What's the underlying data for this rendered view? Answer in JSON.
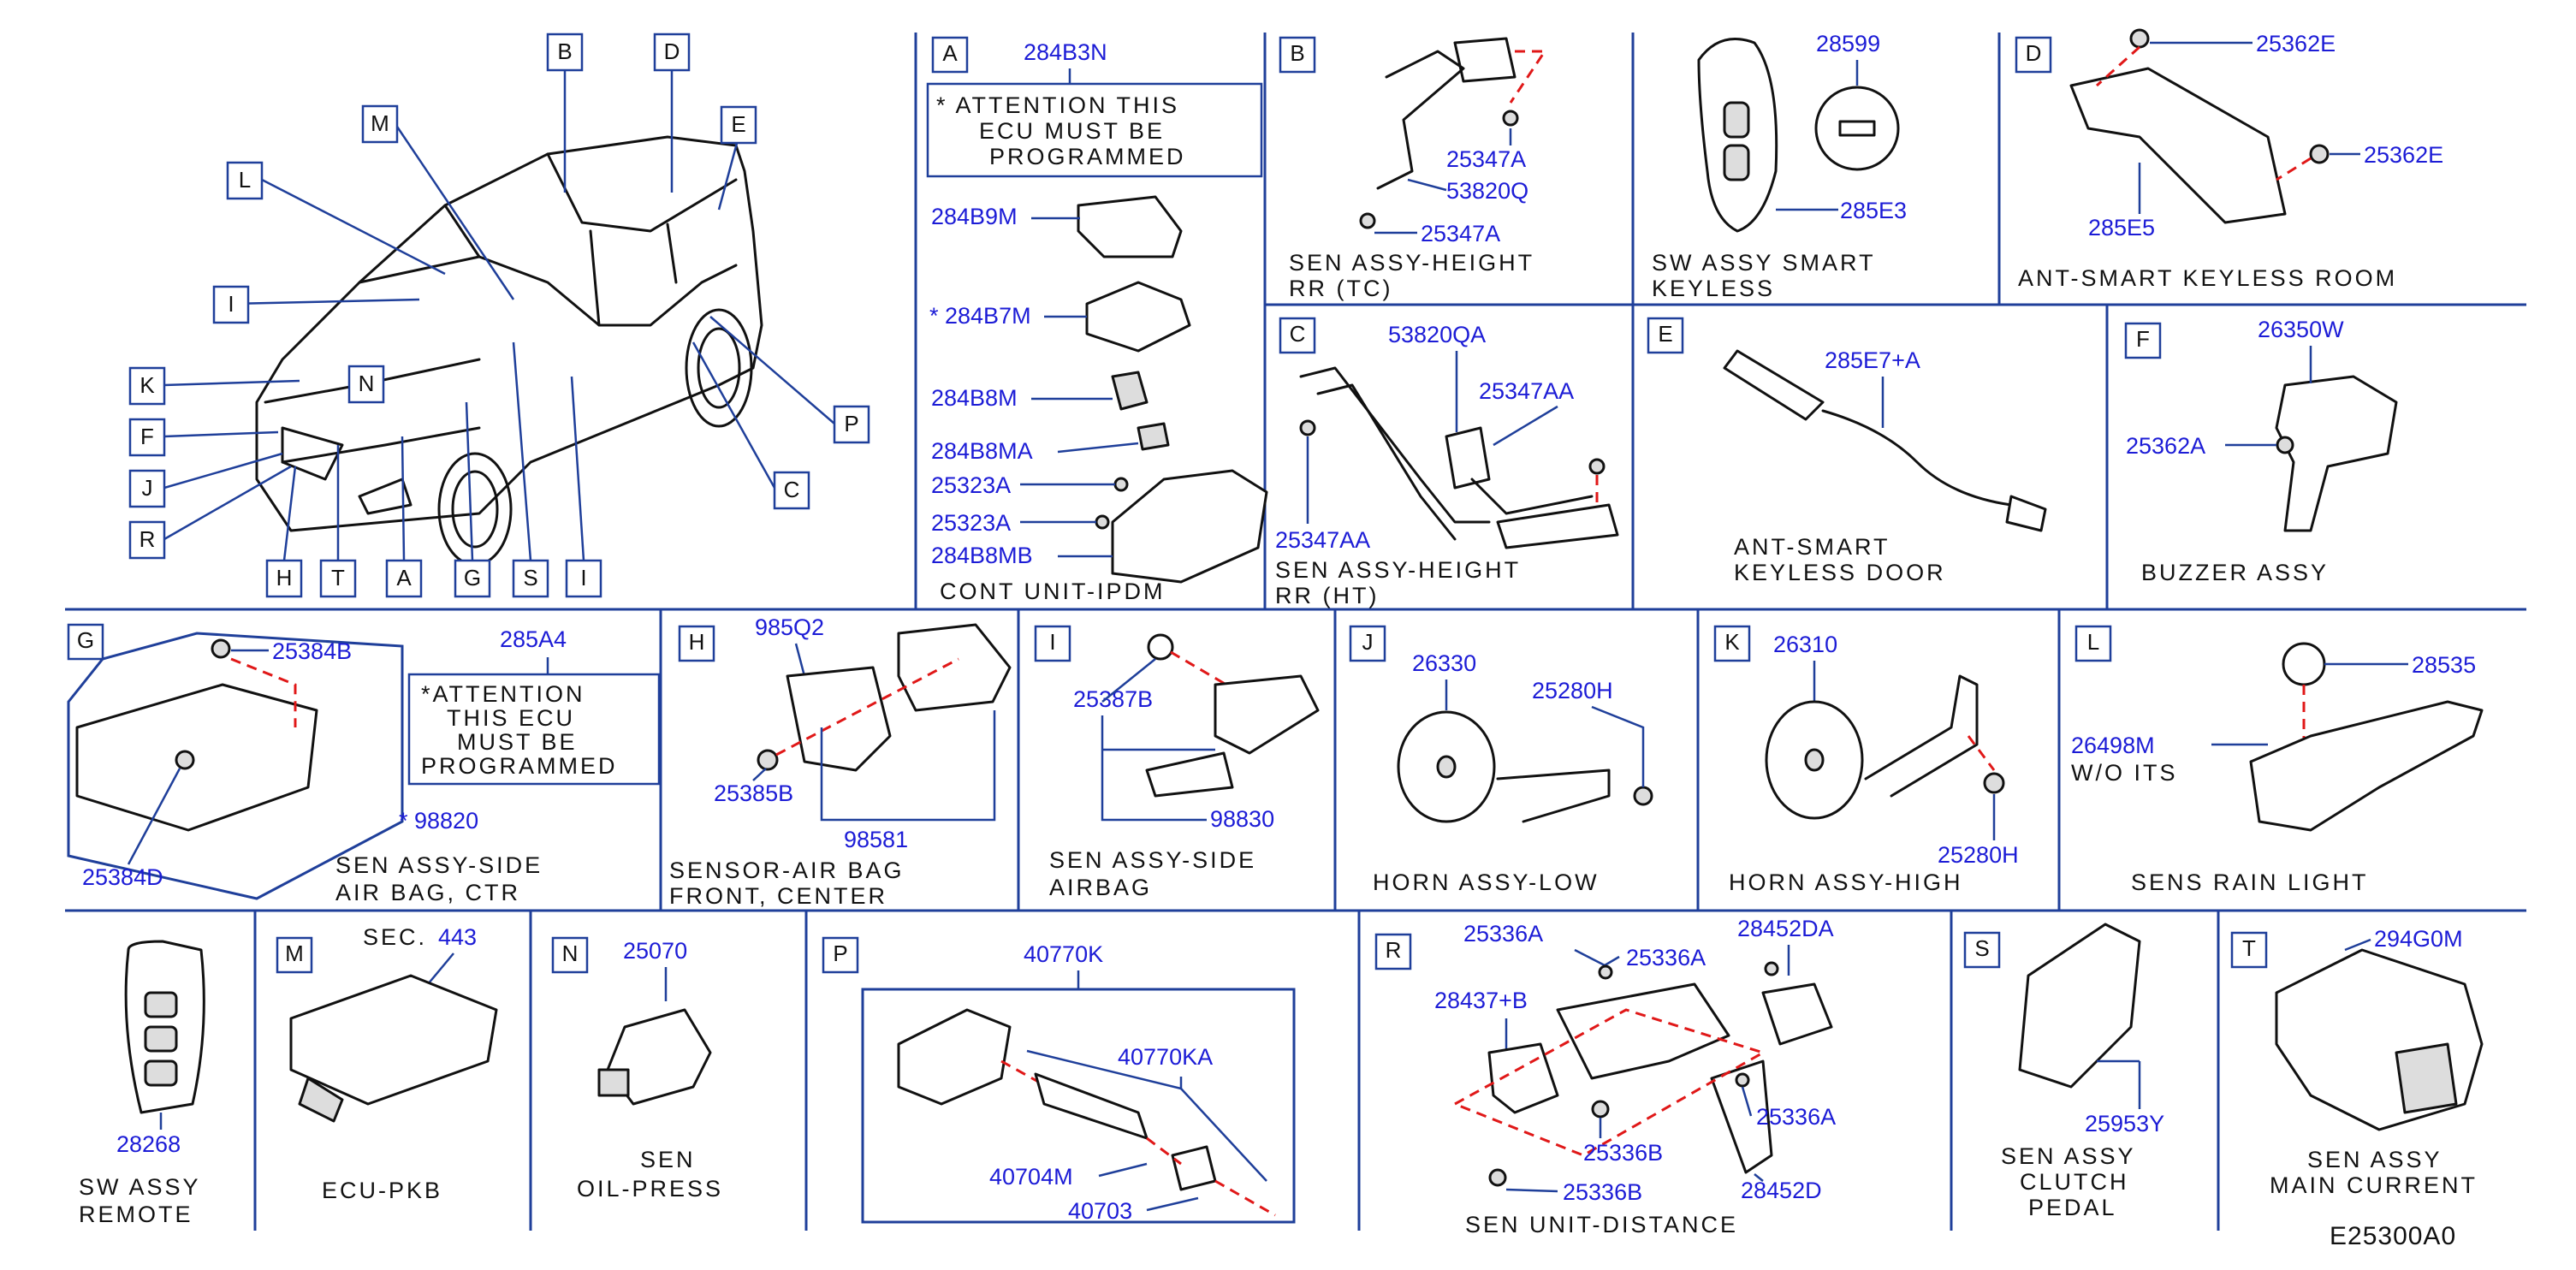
{
  "title_code": "E25300A0",
  "overview": {
    "letters": [
      "B",
      "D",
      "E",
      "M",
      "L",
      "I",
      "K",
      "N",
      "F",
      "J",
      "R",
      "H",
      "T",
      "A",
      "G",
      "S",
      "I",
      "P",
      "C"
    ]
  },
  "sections": {
    "A": {
      "letter": "A",
      "attention": [
        "* ATTENTION  THIS",
        "ECU  MUST  BE",
        "PROGRAMMED"
      ],
      "parts": [
        "284B3N",
        "284B9M",
        "* 284B7M",
        "284B8M",
        "284B8MA",
        "25323A",
        "25323A",
        "284B8MB"
      ],
      "caption": [
        "CONT  UNIT-IPDM"
      ]
    },
    "B": {
      "letter": "B",
      "parts": [
        "25347A",
        "53820Q",
        "25347A"
      ],
      "caption": [
        "SEN  ASSY-HEIGHT",
        "RR  (TC)"
      ]
    },
    "key": {
      "parts": [
        "28599",
        "285E3"
      ],
      "caption": [
        "SW  ASSY  SMART",
        "KEYLESS"
      ]
    },
    "D": {
      "letter": "D",
      "parts": [
        "25362E",
        "25362E",
        "285E5"
      ],
      "caption": [
        "ANT-SMART  KEYLESS  ROOM"
      ]
    },
    "C": {
      "letter": "C",
      "parts": [
        "53820QA",
        "25347AA",
        "25347AA"
      ],
      "caption": [
        "SEN  ASSY-HEIGHT",
        "RR  (HT)"
      ]
    },
    "E": {
      "letter": "E",
      "parts": [
        "285E7+A"
      ],
      "caption": [
        "ANT-SMART",
        "KEYLESS  DOOR"
      ]
    },
    "F": {
      "letter": "F",
      "parts": [
        "26350W",
        "25362A"
      ],
      "caption": [
        "BUZZER  ASSY"
      ]
    },
    "G": {
      "letter": "G",
      "parts": [
        "25384B",
        "285A4",
        "* 98820",
        "25384D"
      ],
      "attention": [
        "*ATTENTION",
        "THIS  ECU",
        "MUST  BE",
        "PROGRAMMED"
      ],
      "caption": [
        "SEN  ASSY-SIDE",
        "AIR  BAG,  CTR"
      ]
    },
    "H": {
      "letter": "H",
      "parts": [
        "985Q2",
        "25385B",
        "98581"
      ],
      "caption": [
        "SENSOR-AIR  BAG",
        "FRONT,  CENTER"
      ]
    },
    "I": {
      "letter": "I",
      "parts": [
        "25387B",
        "98830"
      ],
      "caption": [
        "SEN  ASSY-SIDE",
        "AIRBAG"
      ]
    },
    "J": {
      "letter": "J",
      "parts": [
        "26330",
        "25280H"
      ],
      "caption": [
        "HORN  ASSY-LOW"
      ]
    },
    "K": {
      "letter": "K",
      "parts": [
        "26310",
        "25280H"
      ],
      "caption": [
        "HORN  ASSY-HIGH"
      ]
    },
    "L": {
      "letter": "L",
      "parts": [
        "28535",
        "26498M"
      ],
      "note": "W/O  ITS",
      "caption": [
        "SENS  RAIN  LIGHT"
      ]
    },
    "remote": {
      "parts": [
        "28268"
      ],
      "caption": [
        "SW  ASSY",
        "REMOTE"
      ]
    },
    "M": {
      "letter": "M",
      "sec_label": "SEC.",
      "sec_num": "443",
      "caption": [
        "ECU-PKB"
      ]
    },
    "N": {
      "letter": "N",
      "parts": [
        "25070"
      ],
      "caption": [
        "SEN",
        "OIL-PRESS"
      ]
    },
    "P": {
      "letter": "P",
      "parts": [
        "40770K",
        "40770KA",
        "40704M",
        "40703"
      ]
    },
    "R": {
      "letter": "R",
      "parts": [
        "25336A",
        "25336A",
        "28452DA",
        "28437+B",
        "25336A",
        "25336B",
        "25336B",
        "28452D"
      ],
      "caption": [
        "SEN  UNIT-DISTANCE"
      ]
    },
    "S": {
      "letter": "S",
      "parts": [
        "25953Y"
      ],
      "caption": [
        "SEN  ASSY",
        "CLUTCH",
        "PEDAL"
      ]
    },
    "T": {
      "letter": "T",
      "parts": [
        "294G0M"
      ],
      "caption": [
        "SEN  ASSY",
        "MAIN  CURRENT"
      ]
    }
  }
}
